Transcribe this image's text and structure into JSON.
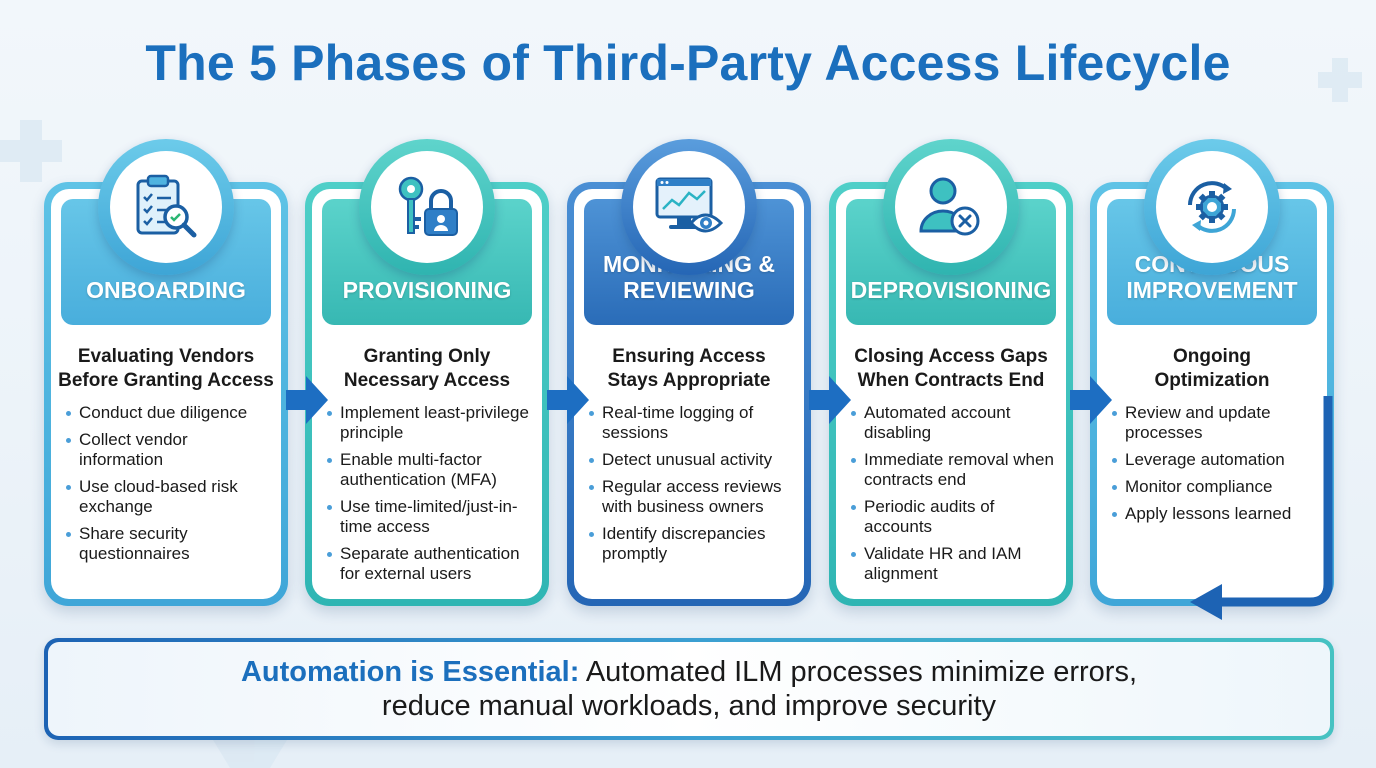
{
  "title": "The 5 Phases of Third-Party Access Lifecycle",
  "colors": {
    "title": "#1b6fbd",
    "accent_dark": "#1d63b4",
    "accent_teal": "#46c2c2",
    "accent_sky": "#4fb3e0"
  },
  "phases": [
    {
      "header": "ONBOARDING",
      "icon": "clipboard-search-icon",
      "subtitle": "Evaluating Vendors\nBefore Granting Access",
      "bullets": [
        "Conduct due diligence",
        "Collect vendor information",
        "Use cloud-based risk exchange",
        "Share security questionnaires"
      ]
    },
    {
      "header": "PROVISIONING",
      "icon": "key-lock-icon",
      "subtitle": "Granting Only\nNecessary Access",
      "bullets": [
        "Implement least-privilege principle",
        "Enable multi-factor authentication (MFA)",
        "Use time-limited/just-in-time access",
        "Separate authentication for external users"
      ]
    },
    {
      "header": "MONITORING &\nREVIEWING",
      "icon": "monitor-eye-icon",
      "subtitle": "Ensuring Access\nStays Appropriate",
      "bullets": [
        "Real-time logging of sessions",
        "Detect unusual activity",
        "Regular access reviews with business owners",
        "Identify discrepancies promptly"
      ]
    },
    {
      "header": "DEPROVISIONING",
      "icon": "user-remove-icon",
      "subtitle": "Closing Access Gaps\nWhen Contracts End",
      "bullets": [
        "Automated account disabling",
        "Immediate removal when contracts end",
        "Periodic audits of accounts",
        "Validate HR and IAM alignment"
      ]
    },
    {
      "header": "CONTINUOUS\nIMPROVEMENT",
      "icon": "gear-cycle-icon",
      "subtitle": "Ongoing\nOptimization",
      "bullets": [
        "Review and update processes",
        "Leverage automation",
        "Monitor compliance",
        "Apply lessons learned"
      ]
    }
  ],
  "banner": {
    "lead": "Automation is Essential:",
    "line1_rest": " Automated ILM processes minimize errors,",
    "line2": "reduce manual workloads, and improve security"
  }
}
